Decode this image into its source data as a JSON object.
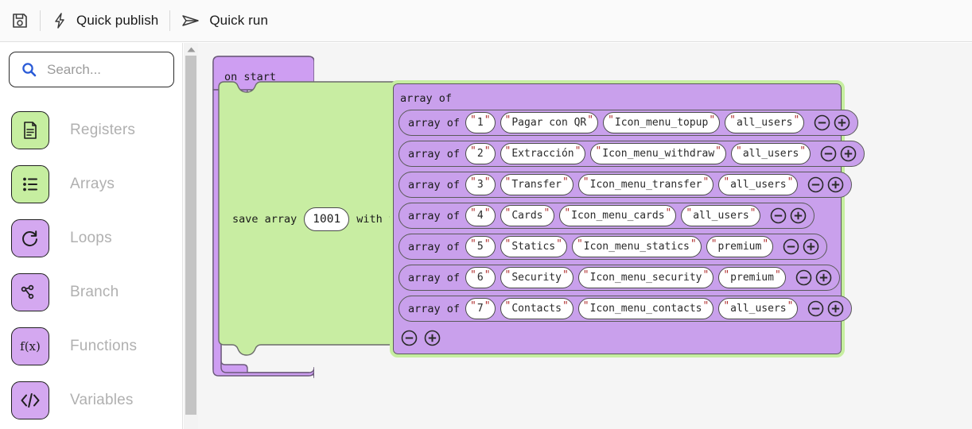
{
  "toolbar": {
    "save_icon": "floppy-disk-icon",
    "quick_publish": "Quick publish",
    "quick_publish_icon": "lightning-bolt-icon",
    "quick_run": "Quick run",
    "quick_run_icon": "paper-plane-icon"
  },
  "sidebar": {
    "search": {
      "placeholder": "Search...",
      "icon": "search-icon",
      "value": ""
    },
    "items": [
      {
        "label": "Registers",
        "icon": "document-icon",
        "color": "#c6eea0"
      },
      {
        "label": "Arrays",
        "icon": "list-icon",
        "color": "#c6eea0"
      },
      {
        "label": "Loops",
        "icon": "refresh-icon",
        "color": "#d4a8f0"
      },
      {
        "label": "Branch",
        "icon": "branch-icon",
        "color": "#d4a8f0"
      },
      {
        "label": "Functions",
        "icon": "function-icon",
        "color": "#d4a8f0"
      },
      {
        "label": "Variables",
        "icon": "code-icon",
        "color": "#d4a8f0"
      }
    ]
  },
  "workspace": {
    "on_start_label": "on start",
    "save_array": {
      "prefix": "save array",
      "id_value": "1001",
      "suffix": "with table"
    },
    "outer_array": {
      "label": "array of",
      "selected": true,
      "minus_icon": "minus-circle-icon",
      "plus_icon": "plus-circle-icon",
      "rows": [
        {
          "label": "array of",
          "fields": [
            "1",
            "Pagar con QR",
            "Icon_menu_topup",
            "all_users"
          ]
        },
        {
          "label": "array of",
          "fields": [
            "2",
            "Extracción",
            "Icon_menu_withdraw",
            "all_users"
          ]
        },
        {
          "label": "array of",
          "fields": [
            "3",
            "Transfer",
            "Icon_menu_transfer",
            "all_users"
          ]
        },
        {
          "label": "array of",
          "fields": [
            "4",
            "Cards",
            "Icon_menu_cards",
            "all_users"
          ]
        },
        {
          "label": "array of",
          "fields": [
            "5",
            "Statics",
            "Icon_menu_statics",
            "premium"
          ]
        },
        {
          "label": "array of",
          "fields": [
            "6",
            "Security",
            "Icon_menu_security",
            "premium"
          ]
        },
        {
          "label": "array of",
          "fields": [
            "7",
            "Contacts",
            "Icon_menu_contacts",
            "all_users"
          ]
        }
      ]
    }
  },
  "colors": {
    "block_purple": "#c9a0ec",
    "block_green": "#c6eea0",
    "selection_green": "#c6eea0",
    "string_quote": "#b03030",
    "canvas_bg": "#f5f5f5"
  }
}
